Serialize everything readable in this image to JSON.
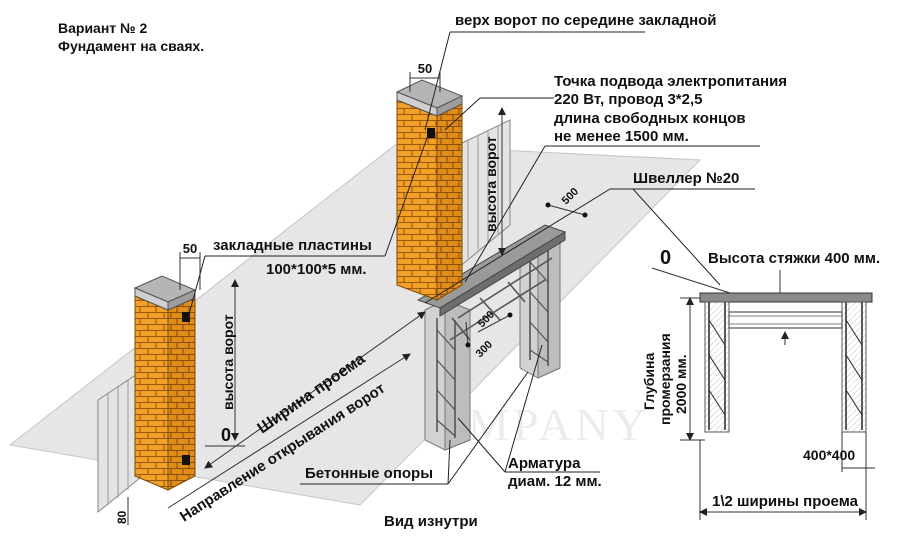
{
  "heading": {
    "variant": "Вариант № 2",
    "foundation": "Фундамент на сваях."
  },
  "callouts": {
    "gate_top": "верх ворот по середине закладной",
    "power_line1": "Точка подвода электропитания",
    "power_line2": "220 Вт, провод 3*2,5",
    "power_line3": "длина свободных концов",
    "power_line4": "не менее 1500 мм.",
    "channel": "Швеллер №20",
    "plates_line1": "закладные пластины",
    "plates_line2": "100*100*5 мм.",
    "concrete": "Бетонные опоры",
    "rebar_line1": "Арматура",
    "rebar_line2": "диам. 12 мм.",
    "view": "Вид изнутри"
  },
  "dimensions": {
    "pillar_top_right": "50",
    "pillar_top_left": "50",
    "gate_height_right": "высота ворот",
    "gate_height_left": "высота ворот",
    "opening_width": "Ширина проема",
    "opening_direction": "Направление открывания ворот",
    "zero_left": "0",
    "bottom_gap": "80",
    "beam_500_top": "500",
    "beam_500_mid": "500",
    "beam_300": "300"
  },
  "section": {
    "zero": "0",
    "screed": "Высота стяжки 400 мм.",
    "depth_line1": "Глубина",
    "depth_line2": "промерзания",
    "depth_line3": "2000 мм.",
    "pile_size": "400*400",
    "half_width": "1\\2 ширины проема"
  },
  "watermark": "MASTER COMPANY",
  "colors": {
    "brick": "#f2a027",
    "mortar": "#9a5a0c",
    "cap": "#b5b5b5",
    "concrete": "#d2d2d2",
    "ground": "#e6e6e6",
    "steel": "#8a8a8a"
  }
}
